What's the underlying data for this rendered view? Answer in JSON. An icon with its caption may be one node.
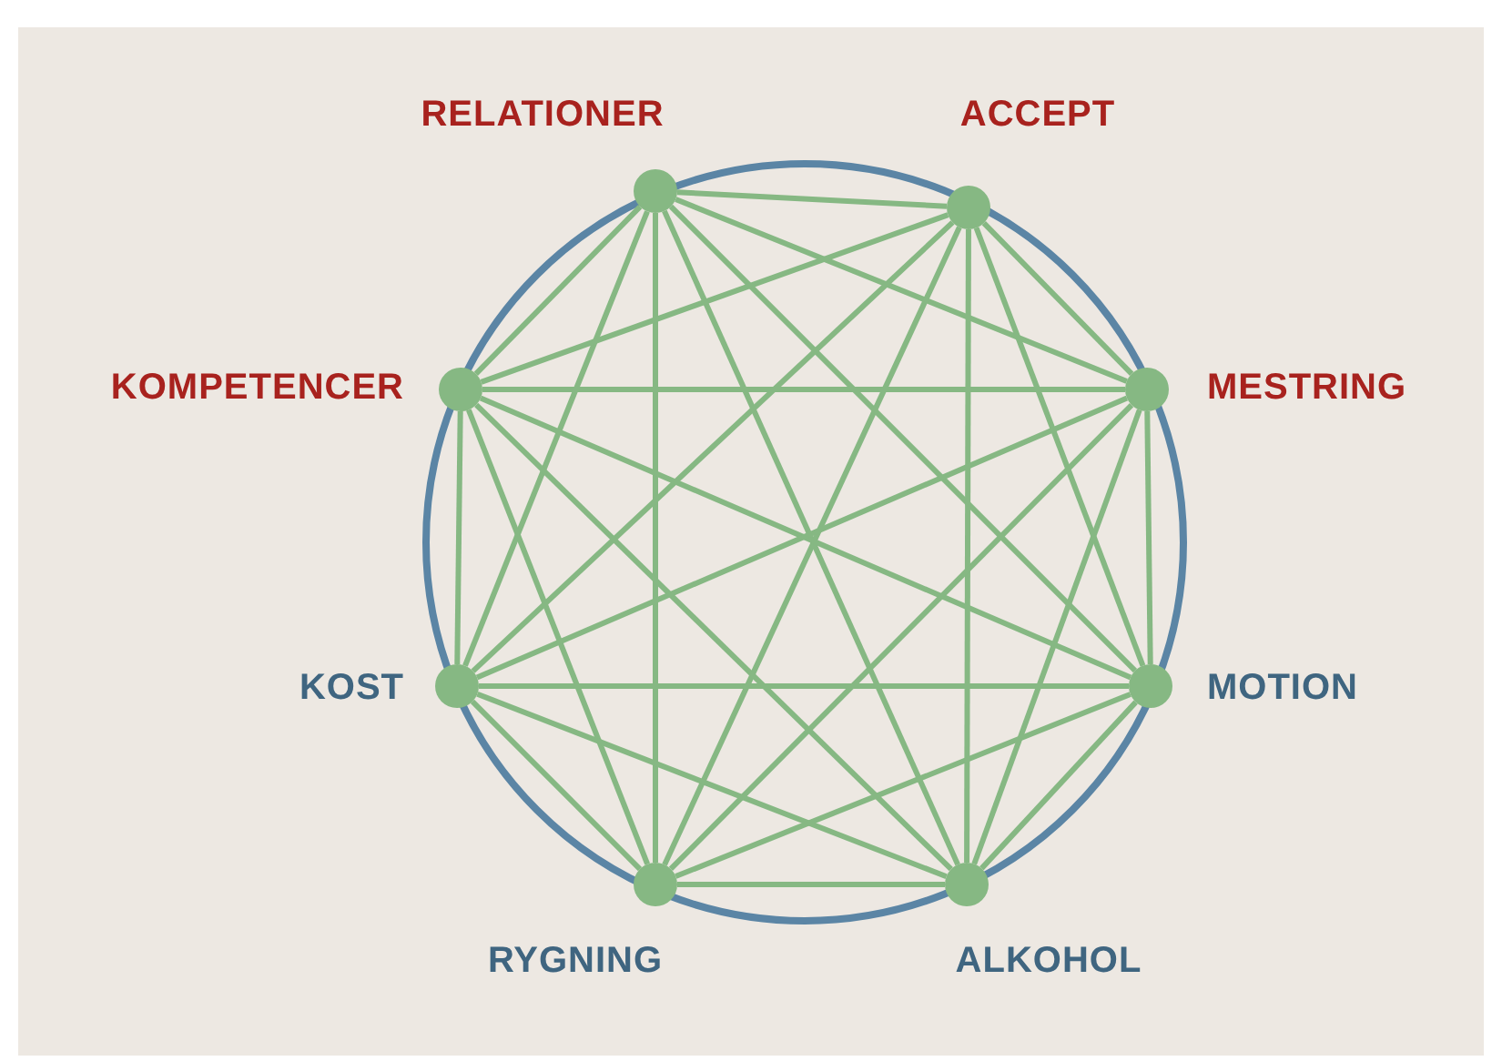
{
  "diagram": {
    "nodes": [
      {
        "text": [],
        "shape": "circle",
        "beside": [
          "RELATIONER"
        ]
      },
      {
        "text": [],
        "shape": "circle",
        "beside": [
          "ACCEPT"
        ]
      },
      {
        "text": [],
        "shape": "circle",
        "beside": [
          "KOMPETENCER"
        ]
      },
      {
        "text": [],
        "shape": "circle",
        "beside": [
          "MESTRING"
        ]
      },
      {
        "text": [],
        "shape": "circle",
        "beside": [
          "KOST"
        ]
      },
      {
        "text": [],
        "shape": "circle",
        "beside": [
          "MOTION"
        ]
      },
      {
        "text": [],
        "shape": "circle",
        "beside": [
          "RYGNING"
        ]
      },
      {
        "text": [],
        "shape": "circle",
        "beside": [
          "ALKOHOL"
        ]
      }
    ],
    "edges": [
      {
        "from": 0,
        "to": 1,
        "arrow": "none"
      },
      {
        "from": 0,
        "to": 2,
        "arrow": "none"
      },
      {
        "from": 0,
        "to": 3,
        "arrow": "none"
      },
      {
        "from": 0,
        "to": 4,
        "arrow": "none"
      },
      {
        "from": 0,
        "to": 5,
        "arrow": "none"
      },
      {
        "from": 0,
        "to": 6,
        "arrow": "none"
      },
      {
        "from": 0,
        "to": 7,
        "arrow": "none"
      },
      {
        "from": 1,
        "to": 2,
        "arrow": "none"
      },
      {
        "from": 1,
        "to": 3,
        "arrow": "none"
      },
      {
        "from": 1,
        "to": 4,
        "arrow": "none"
      },
      {
        "from": 1,
        "to": 5,
        "arrow": "none"
      },
      {
        "from": 1,
        "to": 6,
        "arrow": "none"
      },
      {
        "from": 1,
        "to": 7,
        "arrow": "none"
      },
      {
        "from": 2,
        "to": 3,
        "arrow": "none"
      },
      {
        "from": 2,
        "to": 4,
        "arrow": "none"
      },
      {
        "from": 2,
        "to": 5,
        "arrow": "none"
      },
      {
        "from": 2,
        "to": 6,
        "arrow": "none"
      },
      {
        "from": 2,
        "to": 7,
        "arrow": "none"
      },
      {
        "from": 3,
        "to": 4,
        "arrow": "none"
      },
      {
        "from": 3,
        "to": 5,
        "arrow": "none"
      },
      {
        "from": 3,
        "to": 6,
        "arrow": "none"
      },
      {
        "from": 3,
        "to": 7,
        "arrow": "none"
      },
      {
        "from": 4,
        "to": 5,
        "arrow": "none"
      },
      {
        "from": 4,
        "to": 6,
        "arrow": "none"
      },
      {
        "from": 4,
        "to": 7,
        "arrow": "none"
      },
      {
        "from": 5,
        "to": 6,
        "arrow": "none"
      },
      {
        "from": 5,
        "to": 7,
        "arrow": "none"
      },
      {
        "from": 6,
        "to": 7,
        "arrow": "none"
      }
    ]
  }
}
